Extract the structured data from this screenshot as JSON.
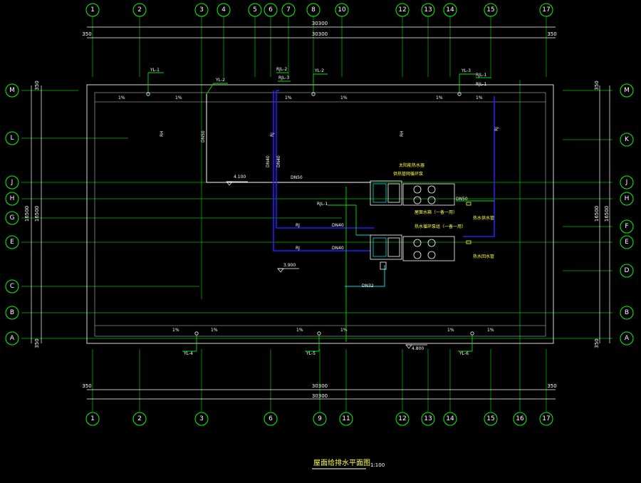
{
  "drawing": {
    "title": "屋面给排水平面图",
    "scale": "1:100",
    "top_axes": [
      "1",
      "2",
      "3",
      "4",
      "5",
      "6",
      "7",
      "8",
      "10",
      "12",
      "13",
      "14",
      "15",
      "17"
    ],
    "bottom_axes": [
      "1",
      "2",
      "3",
      "6",
      "9",
      "11",
      "12",
      "13",
      "14",
      "15",
      "16",
      "17"
    ],
    "left_axes": [
      "M",
      "L",
      "J",
      "H",
      "G",
      "E",
      "C",
      "B",
      "A"
    ],
    "right_axes": [
      "M",
      "K",
      "J",
      "H",
      "F",
      "E",
      "D",
      "B",
      "A"
    ],
    "dims": {
      "overall_width": "30300",
      "overall_width_2": "30300",
      "edge_offset": "350",
      "overall_height": "16500"
    },
    "elevations": [
      "4.100",
      "3.900",
      "4.800"
    ],
    "riser_tags": [
      "YL-1",
      "YL-2",
      "RJL-2",
      "RJL-3",
      "YL-2",
      "YL-3",
      "RJL-1",
      "RJL-1",
      "YL-4",
      "YL-5",
      "YL-6",
      "RJL-1"
    ],
    "slope_label": "1%",
    "pipe_labels": [
      "DN50",
      "DN40",
      "DN40",
      "DN40",
      "DN32",
      "DN50",
      "DN50",
      "DN40",
      "RJ",
      "RJ",
      "RJ",
      "RJ",
      "RH",
      "RH"
    ],
    "equipment_labels": [
      "太阳能热水器",
      "屋面水箱（一备一用）",
      "供热管网循环泵",
      "热水循环泵组（一备一用）",
      "热水供水管",
      "热水回水管"
    ]
  }
}
